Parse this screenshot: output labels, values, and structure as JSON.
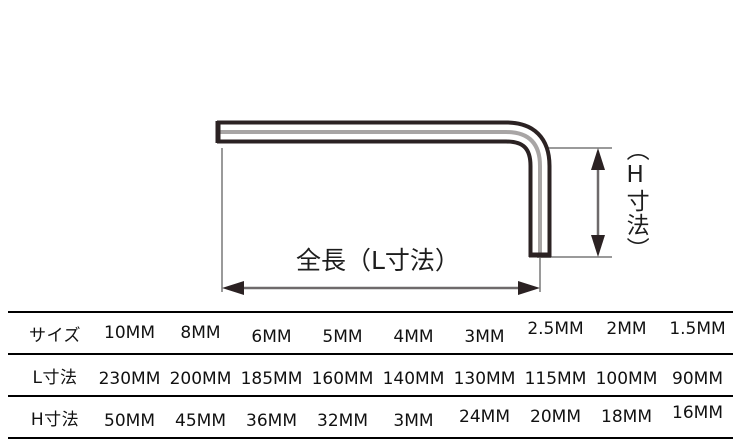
{
  "diagram": {
    "length_label": "全長（L寸法）",
    "height_label": "（H寸法）",
    "arrow_color": "#3a3233",
    "outline_color": "#2b2223",
    "extension_line_color": "#9a9a9a"
  },
  "table": {
    "row_labels": {
      "size": "サイズ",
      "length": "L寸法",
      "height": "H寸法"
    },
    "sizes": [
      "10MM",
      "8MM",
      "6MM",
      "5MM",
      "4MM",
      "3MM",
      "2.5MM",
      "2MM",
      "1.5MM"
    ],
    "lengths": [
      "230MM",
      "200MM",
      "185MM",
      "160MM",
      "140MM",
      "130MM",
      "115MM",
      "100MM",
      "90MM"
    ],
    "heights": [
      "50MM",
      "45MM",
      "36MM",
      "32MM",
      "3MM",
      "24MM",
      "20MM",
      "18MM",
      "16MM"
    ],
    "border_color": "#000000"
  }
}
